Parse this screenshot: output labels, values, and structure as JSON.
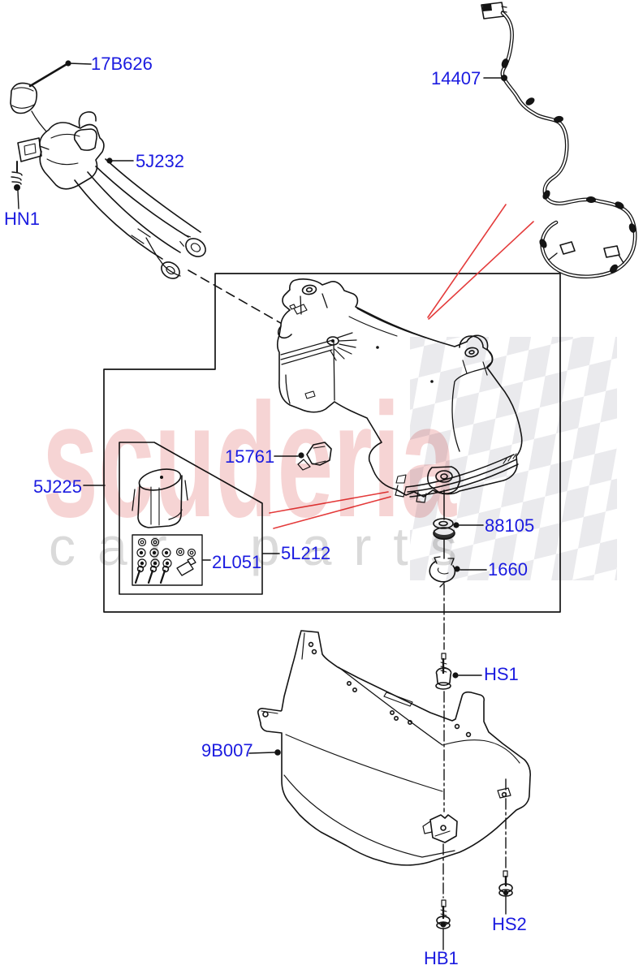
{
  "diagram": {
    "title": "Fuel tank and related parts exploded diagram",
    "label_color": "#1b1be0",
    "line_color": "#141414",
    "highlight_color": "#e43b3b",
    "watermark": {
      "brand": "scuderia",
      "letters": "car parts",
      "brand_color": "#e47d7d",
      "letters_color": "#bcbcbc",
      "checker_color": "#e8e8ec"
    },
    "labels": [
      {
        "text": "17B626"
      },
      {
        "text": "5J232"
      },
      {
        "text": "HN1"
      },
      {
        "text": "14407"
      },
      {
        "text": "15761"
      },
      {
        "text": "5J225"
      },
      {
        "text": "2L051"
      },
      {
        "text": "5L212"
      },
      {
        "text": "88105"
      },
      {
        "text": "1660"
      },
      {
        "text": "HS1"
      },
      {
        "text": "9B007"
      },
      {
        "text": "HS2"
      },
      {
        "text": "HB1"
      }
    ]
  }
}
